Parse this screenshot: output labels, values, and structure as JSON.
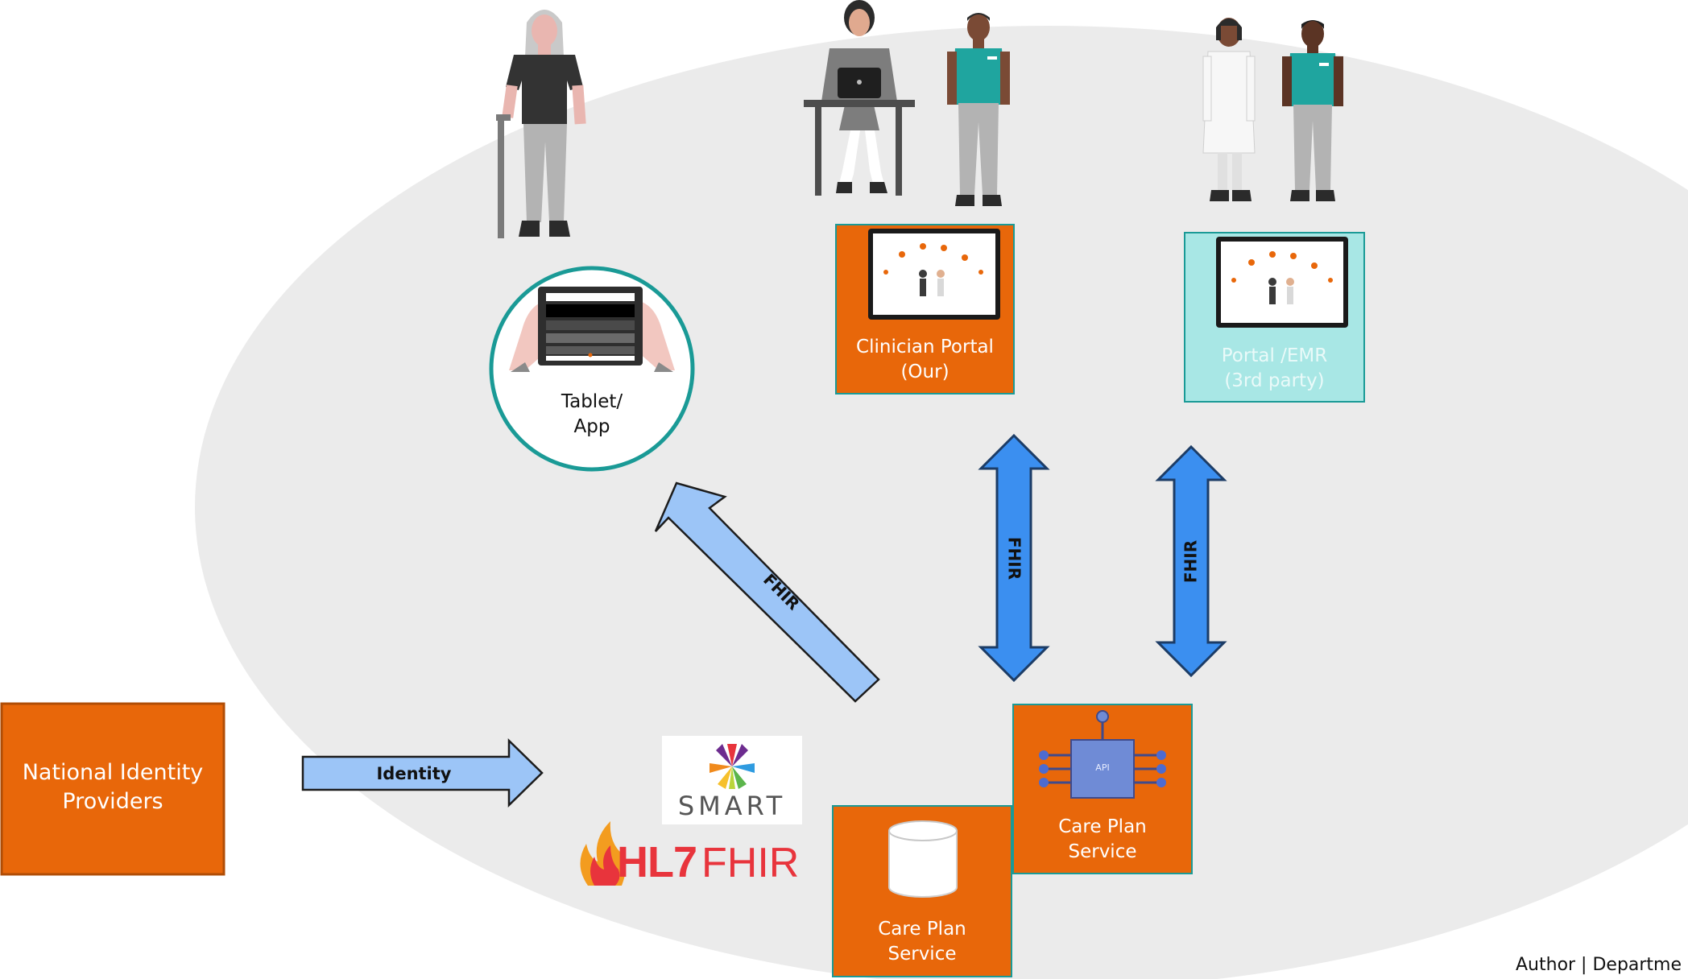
{
  "colors": {
    "orange": "#e8670a",
    "teal": "#1a9a96",
    "light_teal_fill": "#a8e7e5",
    "blue_arrow": "#3b8ff0",
    "light_blue_arrow": "#9cc5f7",
    "ellipse": "#ebebeb"
  },
  "nodes": {
    "national_identity": "National Identity\nProviders",
    "tablet_app": "Tablet/\nApp",
    "clinician_portal": "Clinician Portal\n(Our)",
    "portal_emr": "Portal /EMR\n(3rd party)",
    "care_plan_service_api": "Care Plan\nService",
    "care_plan_service_db": "Care Plan\nService",
    "api_chip": "API"
  },
  "arrows": {
    "identity": "Identity",
    "fhir_diagonal": "FHIR",
    "fhir_vertical_1": "FHIR",
    "fhir_vertical_2": "FHIR"
  },
  "logos": {
    "smart": "SMART",
    "hl7": "HL7",
    "fhir": "FHIR"
  },
  "footer": {
    "author": "Author | Departme"
  }
}
